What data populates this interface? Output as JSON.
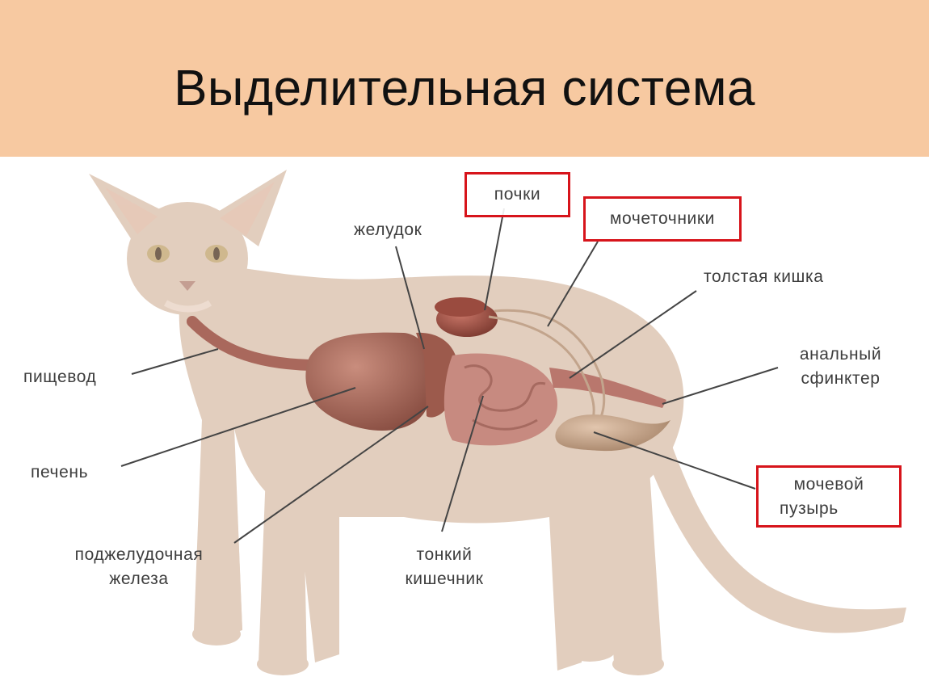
{
  "header": {
    "title": "Выделительная система"
  },
  "colors": {
    "header_bg": "#f7c9a1",
    "highlight": "#d7141b",
    "leader": "#444444"
  },
  "labels": {
    "kidneys": "почки",
    "ureters": "мочеточники",
    "stomach": "желудок",
    "large_intestine": "толстая кишка",
    "esophagus": "пищевод",
    "anal_sphincter_1": "анальный",
    "anal_sphincter_2": "сфинктер",
    "liver": "печень",
    "bladder_1": "мочевой",
    "bladder_2": "пузырь",
    "pancreas_1": "поджелудочная",
    "pancreas_2": "железа",
    "small_intestine_1": "тонкий",
    "small_intestine_2": "кишечник"
  },
  "highlighted": [
    "kidneys",
    "ureters",
    "bladder"
  ]
}
